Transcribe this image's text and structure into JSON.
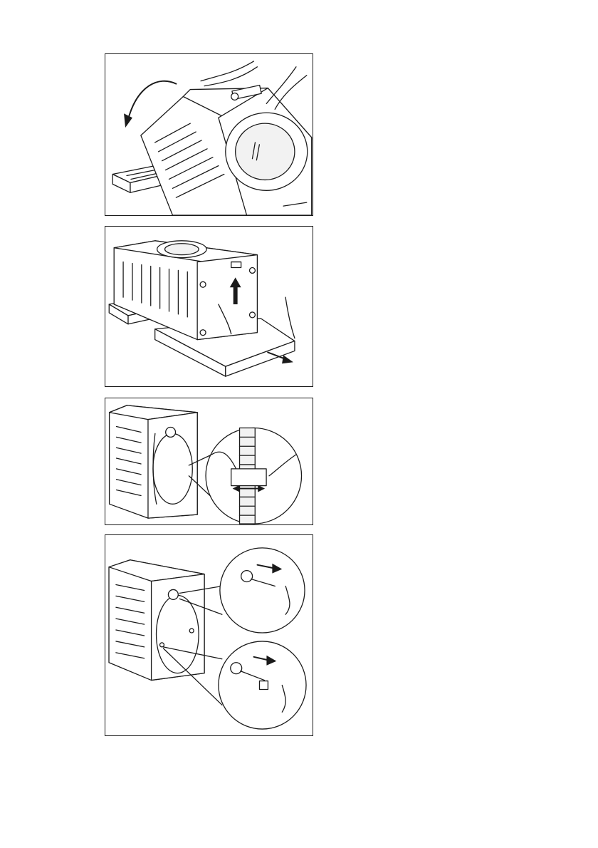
{
  "document": {
    "text": "",
    "figures": [
      {
        "id": "step-1",
        "depicts": "tilt-machine-backwards"
      },
      {
        "id": "step-2",
        "depicts": "remove-packaging-base"
      },
      {
        "id": "step-3",
        "depicts": "release-hose-clamp"
      },
      {
        "id": "step-4",
        "depicts": "remove-transit-bolts"
      }
    ]
  }
}
